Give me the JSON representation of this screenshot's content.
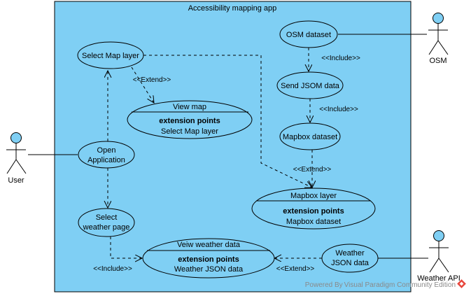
{
  "diagram": {
    "system_title": "Accessibility mapping app",
    "actors": {
      "user": "User",
      "osm": "OSM",
      "weather_api": "Weather API"
    },
    "use_cases": {
      "select_map_layer": "Select Map layer",
      "view_map": {
        "name": "View map",
        "extension_header": "extension points",
        "extension_point": "Select Map layer"
      },
      "open_application": [
        "Open",
        "Application"
      ],
      "select_weather_page": [
        "Select",
        "weather page"
      ],
      "view_weather_data": {
        "name": "Veiw weather data",
        "extension_header": "extension points",
        "extension_point": "Weather JSON data"
      },
      "osm_dataset": "OSM dataset",
      "send_json_data": "Send JSOM data",
      "mapbox_dataset": "Mapbox dataset",
      "mapbox_layer": {
        "name": "Mapbox layer",
        "extension_header": "extension points",
        "extension_point": "Mapbox dataset"
      },
      "weather_json_data": [
        "Weather",
        "JSON data"
      ]
    },
    "stereotypes": {
      "extend_select_view": "<<Extend>>",
      "include_osm_send": "<<Include>>",
      "include_send_mapbox": "<<Include>>",
      "extend_mapbox_layer": "<<Extend>>",
      "include_weather_page": "<<Include>>",
      "extend_weather_json": "<<Extend>>"
    },
    "footer": "Powered By Visual Paradigm Community Edition",
    "colors": {
      "system_fill": "#7fcff4",
      "usecase_fill": "#7fcff4",
      "actor_head": "#7fcff4",
      "line": "#000000",
      "footer_text": "#8a8a8a",
      "logo": "#e8463c"
    }
  }
}
